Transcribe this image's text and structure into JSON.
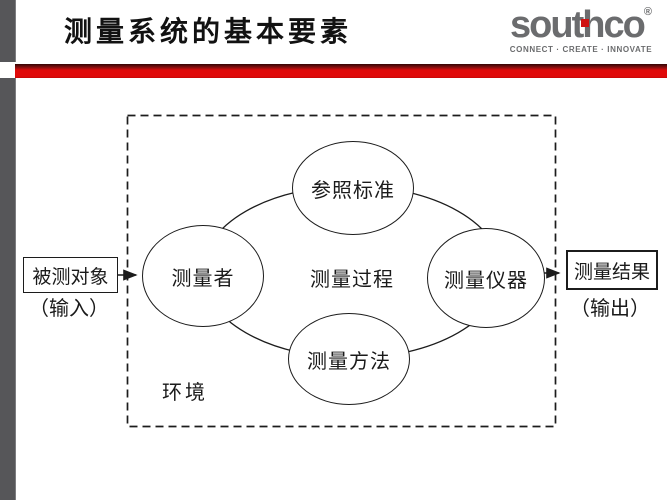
{
  "slide": {
    "title": "测量系统的基本要素",
    "logo": {
      "brand": "southco",
      "registered": "®",
      "tagline": "CONNECT · CREATE · INNOVATE"
    },
    "colors": {
      "accent_red": "#e00a0a",
      "sidebar_gray": "#565659",
      "logo_gray": "#6b6c6e",
      "line_black": "#1c1c1c"
    }
  },
  "diagram": {
    "environment_label": "环境",
    "center_label": "测量过程",
    "nodes": {
      "reference": "参照标准",
      "operator": "测量者",
      "instrument": "测量仪器",
      "method": "测量方法"
    },
    "input": {
      "box": "被测对象",
      "caption": "（输入）"
    },
    "output": {
      "box": "测量结果",
      "caption": "（输出）"
    }
  }
}
